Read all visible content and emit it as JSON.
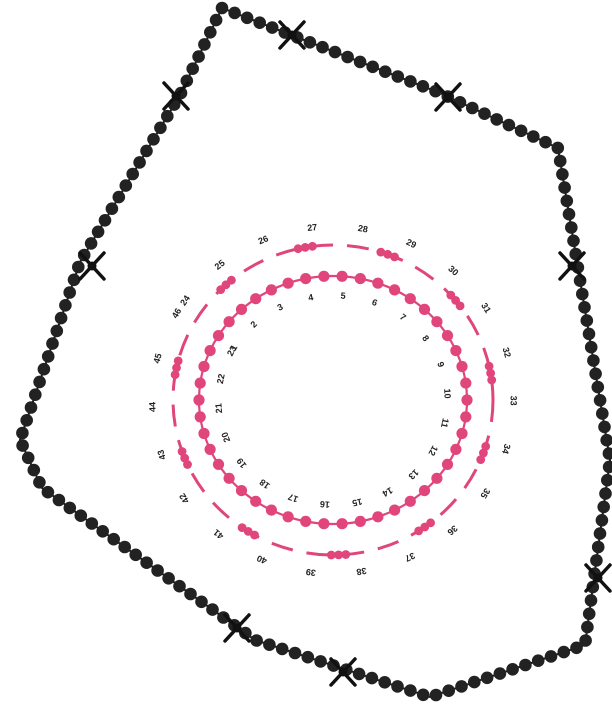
{
  "colors": {
    "outer_bead": "#222222",
    "outer_string": "#1a1a1a",
    "pink": "#e0457b",
    "label": "#222222",
    "background": "#ffffff"
  },
  "inner_ring_labels": [
    "1",
    "2",
    "3",
    "4",
    "5",
    "6",
    "7",
    "8",
    "9",
    "10",
    "11",
    "12",
    "13",
    "14",
    "15",
    "16",
    "17",
    "18",
    "19",
    "20",
    "21",
    "22",
    "23"
  ],
  "outer_ring_labels": [
    "24",
    "25",
    "26",
    "27",
    "28",
    "29",
    "30",
    "31",
    "32",
    "33",
    "34",
    "35",
    "36",
    "37",
    "38",
    "39",
    "40",
    "41",
    "42",
    "43",
    "44",
    "45",
    "46"
  ]
}
